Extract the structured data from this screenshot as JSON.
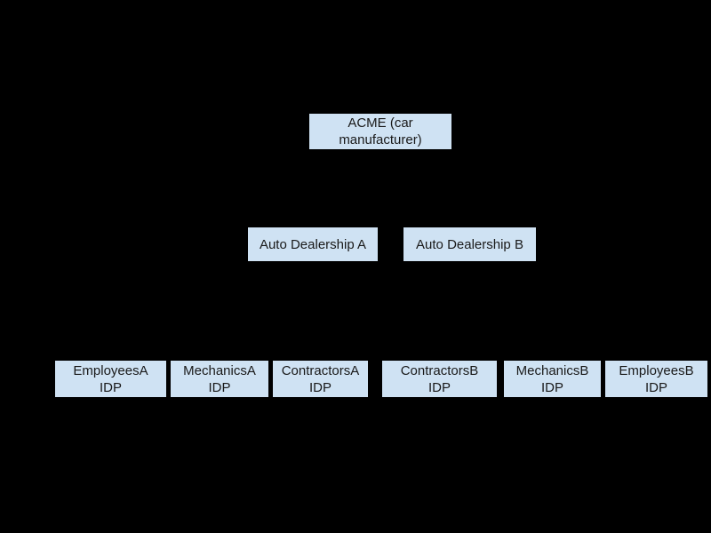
{
  "diagram": {
    "type": "hierarchy",
    "colors": {
      "background": "#000000",
      "node_fill": "#cfe2f3",
      "node_text": "#1a1a1a"
    },
    "rows": [
      {
        "name": "manufacturer",
        "nodes": [
          {
            "id": "acme",
            "label": "ACME (car\nmanufacturer)"
          }
        ]
      },
      {
        "name": "dealerships",
        "nodes": [
          {
            "id": "dealership-a",
            "label": "Auto Dealership A"
          },
          {
            "id": "dealership-b",
            "label": "Auto Dealership B"
          }
        ]
      },
      {
        "name": "idps",
        "nodes": [
          {
            "id": "employees-a-idp",
            "label": "EmployeesA\nIDP"
          },
          {
            "id": "mechanics-a-idp",
            "label": "MechanicsA\nIDP"
          },
          {
            "id": "contractors-a-idp",
            "label": "ContractorsA\nIDP"
          },
          {
            "id": "contractors-b-idp",
            "label": "ContractorsB\nIDP"
          },
          {
            "id": "mechanics-b-idp",
            "label": "MechanicsB\nIDP"
          },
          {
            "id": "employees-b-idp",
            "label": "EmployeesB\nIDP"
          }
        ]
      }
    ]
  }
}
